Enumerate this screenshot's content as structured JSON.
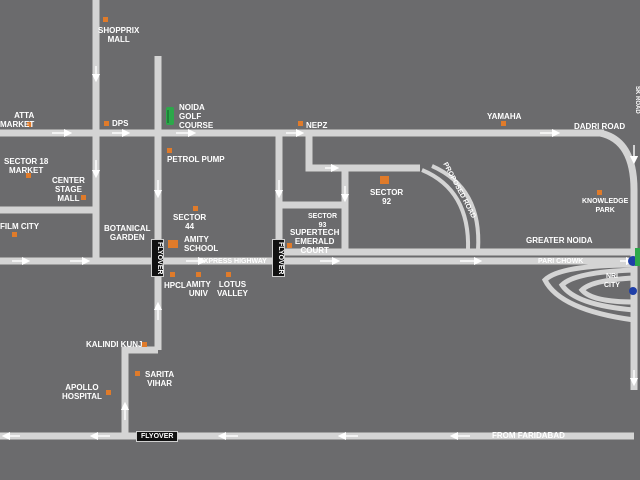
{
  "map": {
    "background": "#6b6b6d",
    "road_color": "#d4d4d4",
    "marker_color": "#e07b2a",
    "junction_color": "#1f3fa8",
    "labels": {
      "shopprix": "SHOPPRIX\nMALL",
      "atta": "ATTA\nMARKET",
      "dps": "DPS",
      "noida_golf": "NOIDA\nGOLF\nCOURSE",
      "nepz": "NEPZ",
      "yamaha": "YAMAHA",
      "dadri_road": "DADRI ROAD",
      "sk_road": "SK ROAD",
      "sector18": "SECTOR 18\nMARKET",
      "center_stage": "CENTER\nSTAGE\nMALL",
      "petrol_pump": "PETROL PUMP",
      "sector92": "SECTOR\n92",
      "proposed_road": "PROPOSED ROAD",
      "knowledge_park": "KNOWLEDGE\nPARK",
      "film_city": "FILM CITY",
      "botanical_garden": "BOTANICAL\nGARDEN",
      "sector44": "SECTOR\n44",
      "sector93": "SECTOR\n93",
      "supertech": "SUPERTECH\nEMERALD\nCOURT",
      "amity_school": "AMITY\nSCHOOL",
      "greater_noida": "GREATER NOIDA",
      "express_highway": "EXPRESS HIGHWAY",
      "pari_chowk": "PARI CHOWK",
      "nri_city": "NRI\nCITY",
      "hpcl": "HPCL",
      "amity_univ": "AMITY\nUNIV",
      "lotus_valley": "LOTUS\nVALLEY",
      "kalindi_kunj": "KALINDI KUNJ",
      "sarita_vihar": "SARITA\nVIHAR",
      "apollo_hospital": "APOLLO\nHOSPITAL",
      "from_faridabad": "FROM FARIDABAD",
      "flyover_1": "FLYOVER",
      "flyover_2": "FLYOVER",
      "flyover_3": "FLYOVER"
    }
  }
}
